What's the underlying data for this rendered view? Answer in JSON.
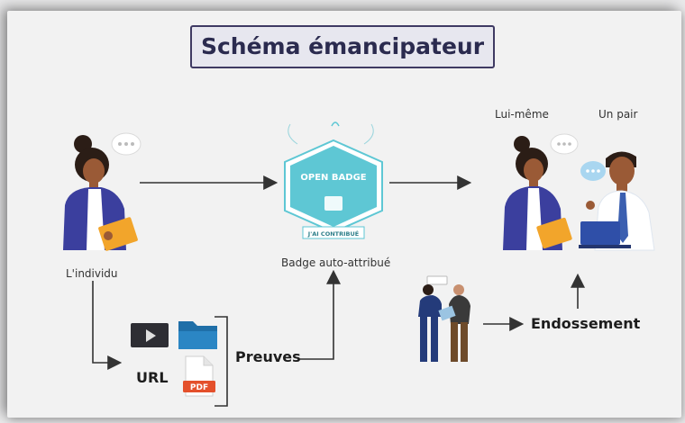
{
  "title": "Schéma émancipateur",
  "labels": {
    "individual": "L'individu",
    "self": "Lui-même",
    "peer": "Un pair",
    "badge_caption": "Badge auto-attribué",
    "url": "URL",
    "evidence": "Preuves",
    "endorsement": "Endossement"
  },
  "badge": {
    "top_text": "OPEN BADGE",
    "ribbon_text": "J'AI CONTRIBUÉ"
  },
  "colors": {
    "title_border": "#3f3a63",
    "badge_teal": "#5ec7d4",
    "person_blue": "#3b3f9e",
    "arrow": "#333333"
  },
  "icons": [
    "video-thumbnail-icon",
    "folder-icon",
    "pdf-file-icon",
    "speech-bubble-icon"
  ]
}
